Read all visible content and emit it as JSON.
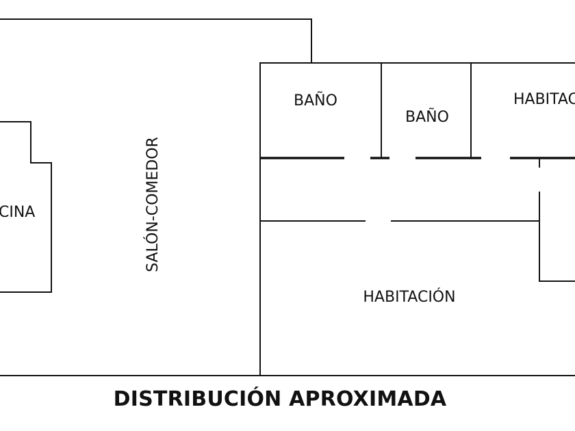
{
  "plan": {
    "rooms": {
      "kitchen": "CINA",
      "living_dining": "SALÓN-COMEDOR",
      "bath_1": "BAÑO",
      "bath_2": "BAÑO",
      "bedroom_top": "HABITAC",
      "bedroom_main": "HABITACIÓN"
    },
    "caption": "DISTRIBUCIÓN APROXIMADA"
  },
  "colors": {
    "line": "#111111",
    "background": "#ffffff"
  }
}
